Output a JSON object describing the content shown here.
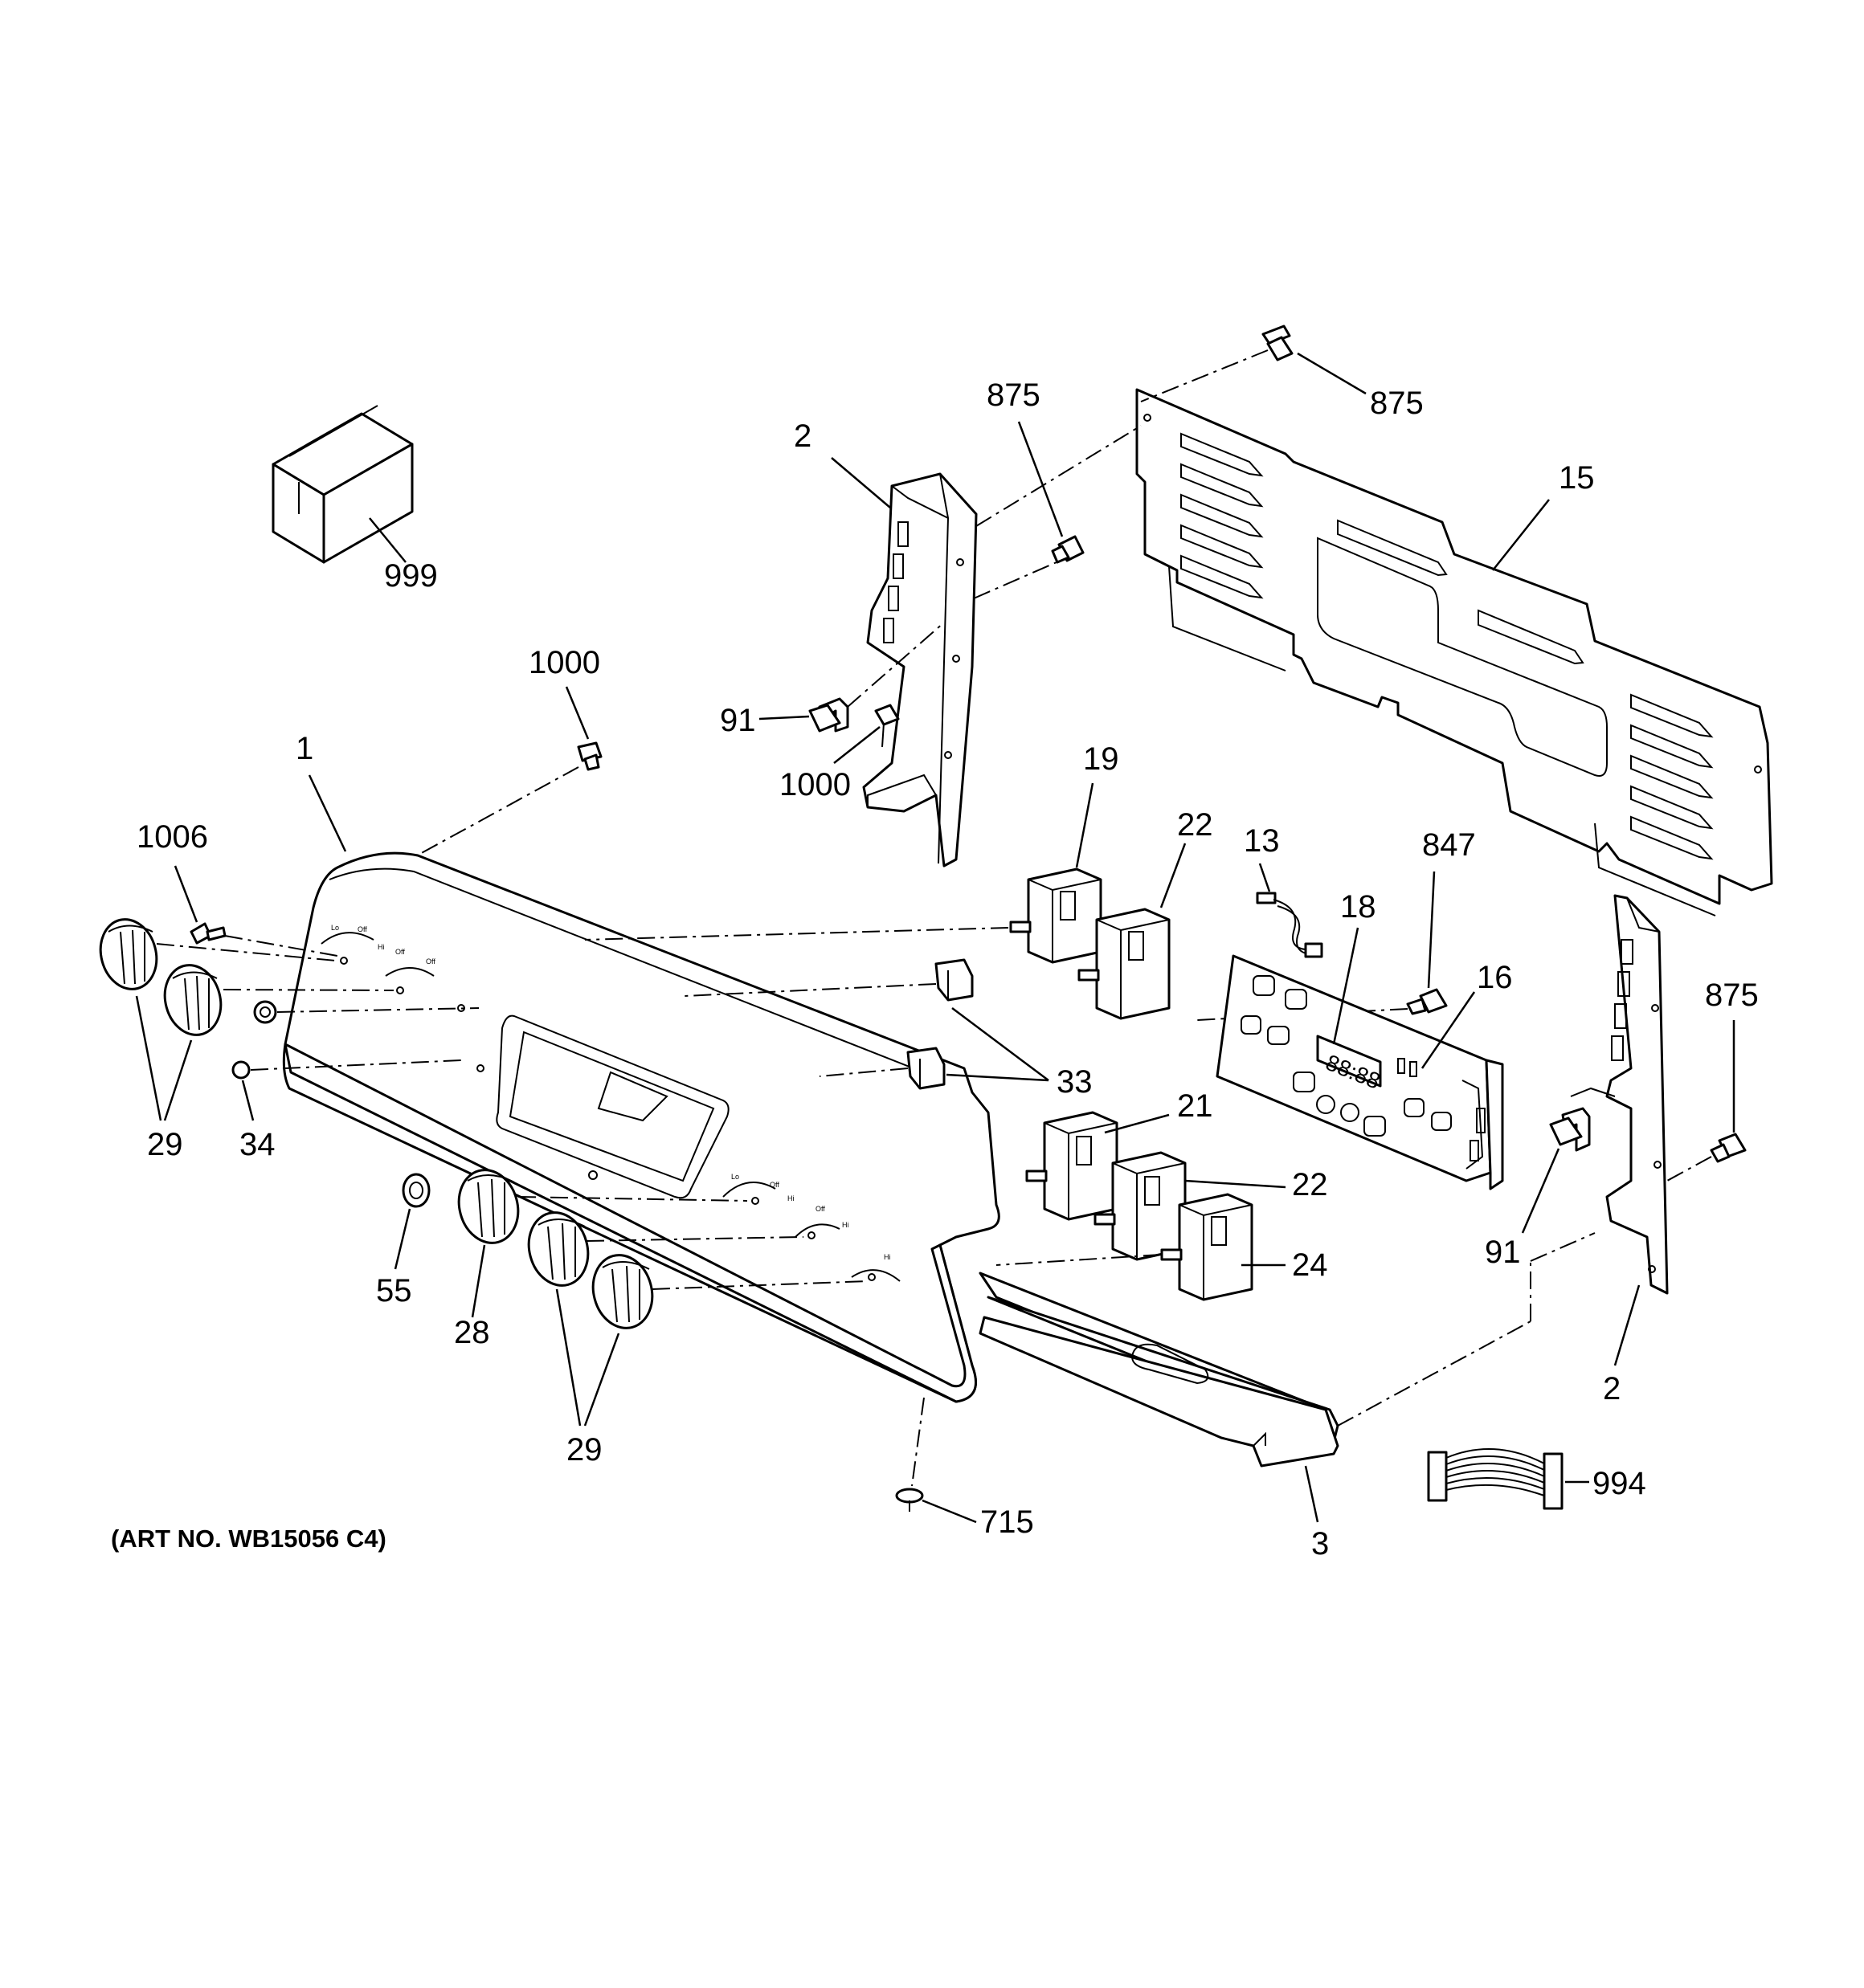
{
  "caption": "(ART NO. WB15056 C4)",
  "callouts": {
    "c999": "999",
    "c875_rear": "875",
    "c875_mid": "875",
    "c875_right": "875",
    "c2_left": "2",
    "c2_right": "2",
    "c15": "15",
    "c1000_top": "1000",
    "c1000_bracket": "1000",
    "c91_left": "91",
    "c91_right": "91",
    "c1": "1",
    "c1006": "1006",
    "c19": "19",
    "c22_top": "22",
    "c22_mid": "22",
    "c13": "13",
    "c847": "847",
    "c18": "18",
    "c16": "16",
    "c33": "33",
    "c29_left": "29",
    "c29_bottom": "29",
    "c34": "34",
    "c21": "21",
    "c24": "24",
    "c55": "55",
    "c28": "28",
    "c715": "715",
    "c3": "3",
    "c994": "994"
  },
  "display_readout": "88:88"
}
